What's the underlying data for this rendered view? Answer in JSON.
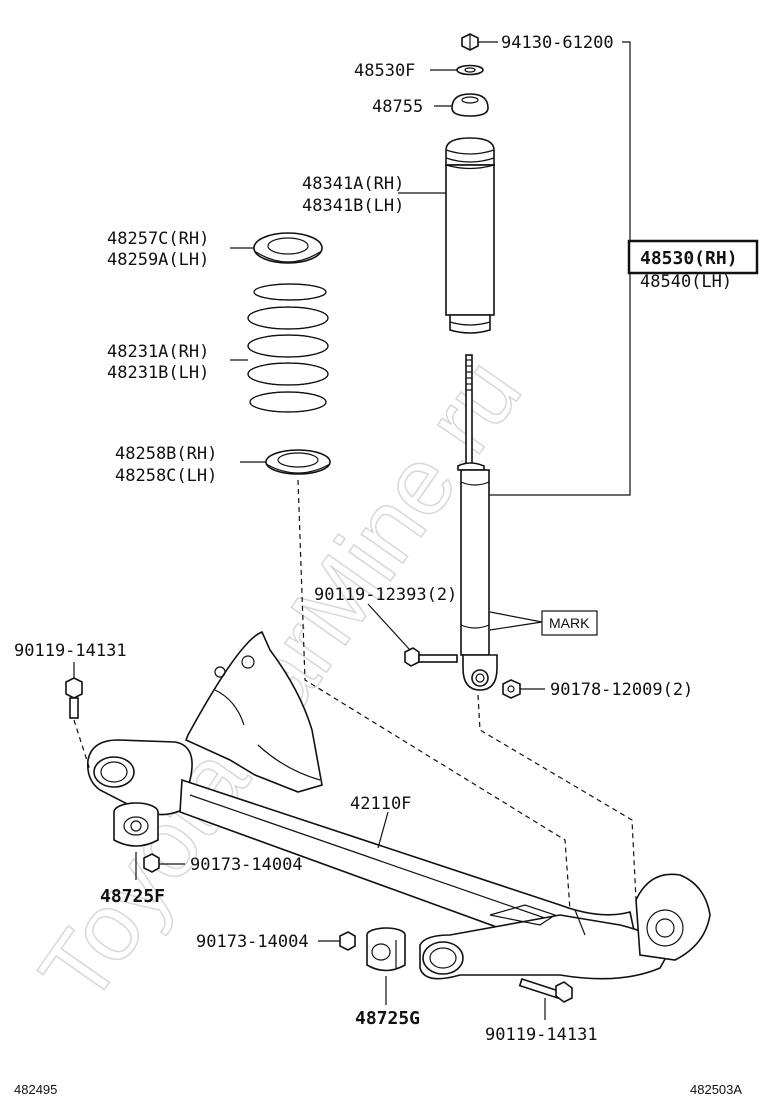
{
  "watermark": "ToyotaCarMine.ru",
  "corner_left": "482495",
  "corner_right": "482503A",
  "parts": {
    "nut_top": "94130-61200",
    "washer_top": "48530F",
    "cushion": "48755",
    "bumper_rh": "48341A(RH)",
    "bumper_lh": "48341B(LH)",
    "upper_seat_rh": "48257C(RH)",
    "upper_seat_lh": "48259A(LH)",
    "spring_rh": "48231A(RH)",
    "spring_lh": "48231B(LH)",
    "lower_seat_rh": "48258B(RH)",
    "lower_seat_lh": "48258C(LH)",
    "absorber_rh": "48530(RH)",
    "absorber_lh": "48540(LH)",
    "bolt_absorber": "90119-12393(2)",
    "mark": "MARK",
    "nut_absorber": "90178-12009(2)",
    "bolt_left": "90119-14131",
    "beam": "42110F",
    "nut_bushing_left": "90173-14004",
    "bushing_left": "48725F",
    "nut_bushing_right": "90173-14004",
    "bushing_right": "48725G",
    "bolt_right": "90119-14131"
  }
}
